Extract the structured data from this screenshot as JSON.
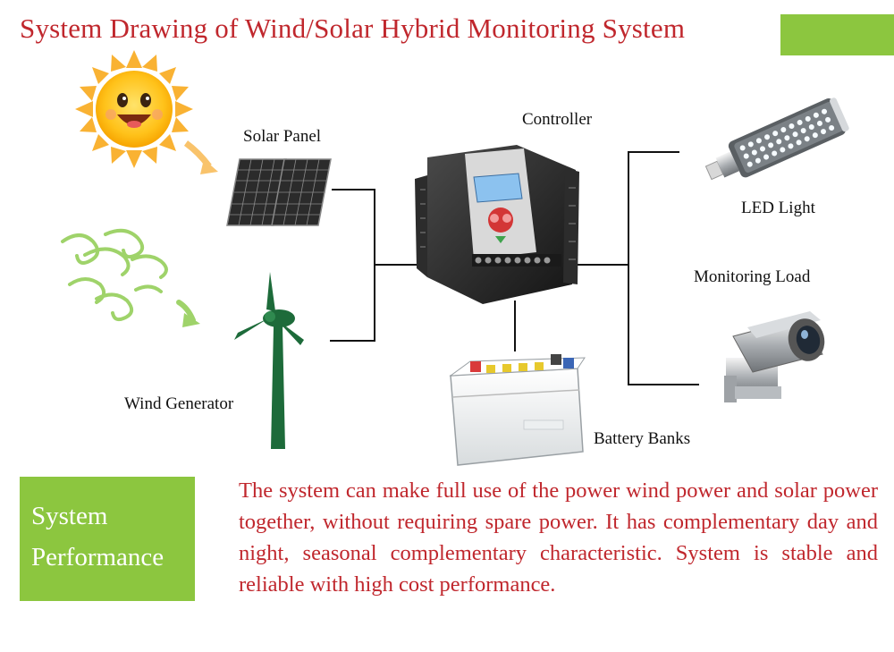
{
  "title": "System Drawing of Wind/Solar Hybrid Monitoring System",
  "colors": {
    "title": "#c0272d",
    "accent_green": "#8cc63f",
    "description": "#c0272d"
  },
  "labels": {
    "solar_panel": "Solar Panel",
    "controller": "Controller",
    "led_light": "LED Light",
    "monitoring_load": "Monitoring Load",
    "wind_generator": "Wind Generator",
    "battery_banks": "Battery Banks"
  },
  "performance": {
    "heading_line1": "System",
    "heading_line2": "Performance",
    "description": "The system can make full use of the power wind power and solar power together, without requiring spare power. It has complementary day and night, seasonal complementary characteristic. System is stable and reliable with high cost performance."
  },
  "icons": [
    "sun-icon",
    "wind-icon",
    "solar-panel-icon",
    "wind-turbine-icon",
    "controller-icon",
    "battery-icon",
    "led-bulb-icon",
    "camera-icon"
  ]
}
